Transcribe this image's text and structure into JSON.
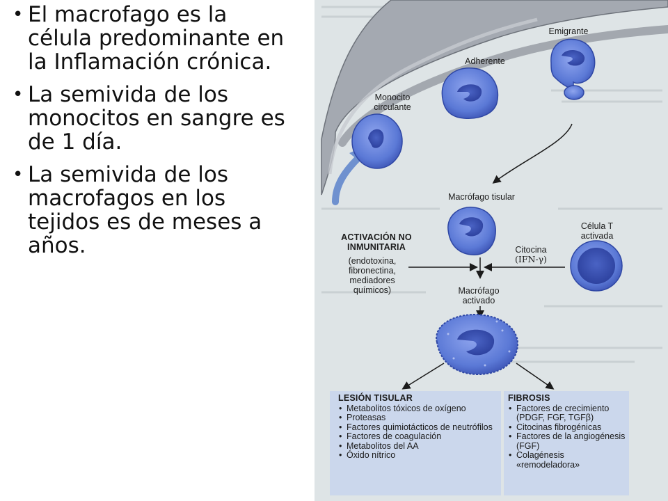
{
  "bullets": [
    "El macrofago es la célula predominante en la Inflamación crónica.",
    "La semivida de los monocitos en sangre es de 1 día.",
    "La semivida de los macrofagos en los tejidos es de meses a años."
  ],
  "diagram": {
    "labels": {
      "emigrante": "Emigrante",
      "adherente": "Adherente",
      "monocito": "Monocito circulante",
      "macrofago_tisular": "Macrófago tisular",
      "celula_t": "Célula T activada",
      "activacion_title": "ACTIVACIÓN NO INMUNITARIA",
      "activacion_items": "(endotoxina, fibronectina, mediadores químicos)",
      "citocina": "Citocina",
      "ifn": "(IFN-γ)",
      "macrofago_activado": "Macrófago activado"
    },
    "lesion": {
      "title": "LESIÓN TISULAR",
      "items": [
        "Metabolitos tóxicos de oxígeno",
        "Proteasas",
        "Factores quimiotácticos de neutrófilos",
        "Factores de coagulación",
        "Metabolitos del AA",
        "Óxido nítrico"
      ]
    },
    "fibrosis": {
      "title": "FIBROSIS",
      "items": [
        "Factores de crecimiento (PDGF, FGF, TGFβ)",
        "Citocinas fibrogénicas",
        "Factores de la angiogénesis (FGF)",
        "Colagénesis «remodeladora»"
      ]
    },
    "colors": {
      "cell": "#5b79d6",
      "cell_dark": "#3f56b8",
      "vessel": "#a4a9b1",
      "arrow": "#6f91cf"
    }
  }
}
